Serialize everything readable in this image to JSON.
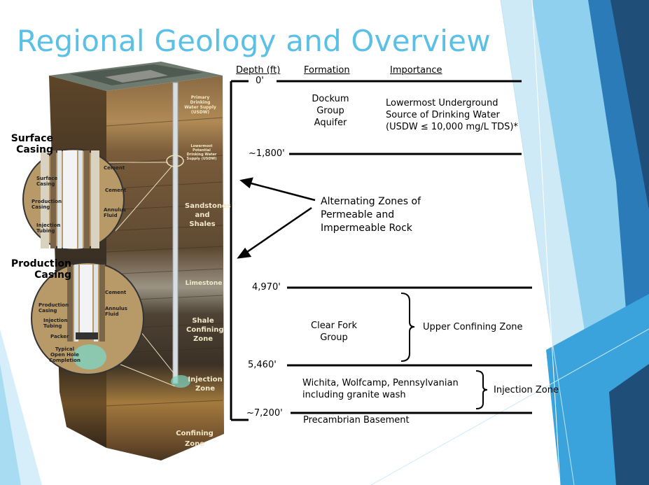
{
  "title": "Regional Geology and Overview",
  "headers": {
    "depth": "Depth (ft)",
    "formation": "Formation",
    "importance": "Importance"
  },
  "depths": {
    "d0": "0'",
    "d1": "~1,800'",
    "d2": "4,970'",
    "d3": "5,460'",
    "d4": "~7,200'"
  },
  "formations": {
    "dockum": [
      "Dockum",
      "Group",
      "Aquifer"
    ],
    "clear_fork": [
      "Clear Fork",
      "Group"
    ],
    "wichita": [
      "Wichita, Wolfcamp, Pennsylvanian",
      "including granite wash"
    ],
    "precambrian": "Precambrian Basement"
  },
  "importance": {
    "usdw": [
      "Lowermost Underground",
      "Source of Drinking Water",
      "(USDW ≤ 10,000 mg/L TDS)*"
    ],
    "alternating": [
      "Alternating Zones of",
      "Permeable and",
      "Impermeable Rock"
    ],
    "upper_confining": "Upper Confining Zone",
    "injection": "Injection Zone"
  },
  "well_labels": {
    "primary": [
      "Primary Drinking",
      "Water Supply",
      "(USDW)"
    ],
    "lowermost": [
      "Lowermost Potential",
      "Drinking Water",
      "Supply (USDW)"
    ],
    "sandstones": [
      "Sandstones",
      "and",
      "Shales"
    ],
    "limestone": "Limestone",
    "shale": [
      "Shale",
      "Confining",
      "Zone"
    ],
    "injection": [
      "Injection",
      "Zone"
    ],
    "confining": "Confining Zone"
  },
  "casing": {
    "surface_title": [
      "Surface",
      "Casing"
    ],
    "production_title": [
      "Production",
      "Casing"
    ],
    "surface_callouts": {
      "surface_casing": [
        "Surface",
        "Casing"
      ],
      "production_casing": [
        "Production",
        "Casing"
      ],
      "injection_tubing": [
        "Injection",
        "Tubing"
      ],
      "cement1": "Cement",
      "cement2": "Cement",
      "annulus": [
        "Annulus",
        "Fluid"
      ]
    },
    "production_callouts": {
      "production_casing": [
        "Production",
        "Casing"
      ],
      "injection_tubing": [
        "Injection",
        "Tubing"
      ],
      "packer": "Packer",
      "open_hole": [
        "Typical",
        "Open Hole",
        "Completion"
      ],
      "cement": "Cement",
      "annulus": [
        "Annulus",
        "Fluid"
      ]
    }
  },
  "colors": {
    "title": "#5bc0e6",
    "accent_blue": "#2a7fc0",
    "accent_navy": "#1f4e79"
  }
}
